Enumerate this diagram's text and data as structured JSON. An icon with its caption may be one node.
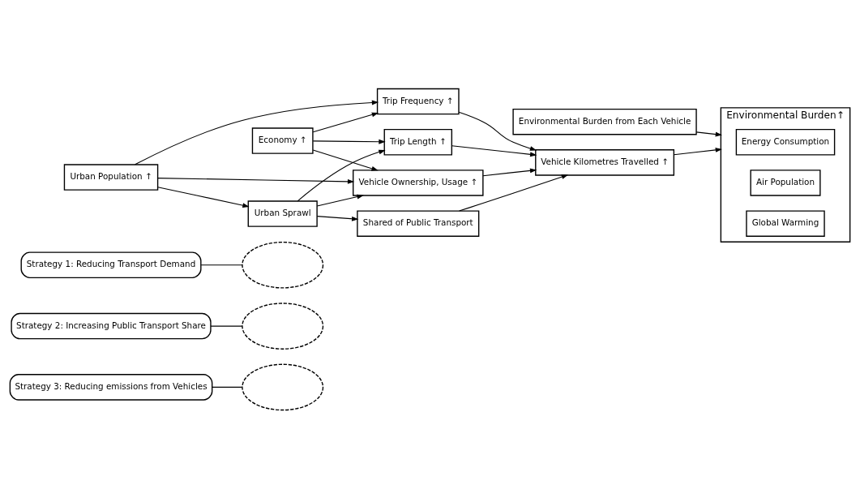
{
  "diagram": {
    "nodes": [
      {
        "text": [
          "Economy ↑"
        ]
      },
      {
        "text": [
          "Urban Population ↑"
        ]
      },
      {
        "text": [
          "Urban Sprawl"
        ]
      },
      {
        "text": [
          "Trip Frequency ↑"
        ]
      },
      {
        "text": [
          "Trip Length ↑"
        ]
      },
      {
        "text": [
          "Vehicle Ownership, Usage ↑"
        ]
      },
      {
        "text": [
          "Shared of Public Transport"
        ]
      },
      {
        "text": [
          "Vehicle Kilometres Travelled ↑"
        ]
      },
      {
        "text": [
          "Environmental Burden from Each Vehicle"
        ]
      },
      {
        "text": [
          "Environmental Burden↑"
        ]
      },
      {
        "text": [
          "Energy Consumption"
        ],
        "in": 9
      },
      {
        "text": [
          "Air Population"
        ],
        "in": 9
      },
      {
        "text": [
          "Global Warming"
        ],
        "in": 9
      },
      {
        "text": [
          "Strategy 1: Reducing Transport Demand"
        ]
      },
      {
        "text": [
          "Strategy 2: Increasing Public Transport Share"
        ]
      },
      {
        "text": [
          "Strategy 3: Reducing emissions from Vehicles"
        ]
      },
      {
        "text": [],
        "shape": "ellipse"
      },
      {
        "text": [],
        "shape": "ellipse"
      },
      {
        "text": [],
        "shape": "ellipse"
      }
    ],
    "edges": [
      {
        "from": 0,
        "to": 3,
        "arrow": "to"
      },
      {
        "from": 0,
        "to": 4,
        "arrow": "to"
      },
      {
        "from": 0,
        "to": 5,
        "arrow": "to"
      },
      {
        "from": 1,
        "to": 3,
        "arrow": "to"
      },
      {
        "from": 1,
        "to": 5,
        "arrow": "to"
      },
      {
        "from": 1,
        "to": 2,
        "arrow": "to"
      },
      {
        "from": 2,
        "to": 4,
        "arrow": "to"
      },
      {
        "from": 2,
        "to": 5,
        "arrow": "to"
      },
      {
        "from": 2,
        "to": 6,
        "arrow": "to"
      },
      {
        "from": 3,
        "to": 7,
        "arrow": "to"
      },
      {
        "from": 4,
        "to": 7,
        "arrow": "to"
      },
      {
        "from": 5,
        "to": 7,
        "arrow": "to"
      },
      {
        "from": 6,
        "to": 7,
        "arrow": "to"
      },
      {
        "from": 7,
        "to": 9,
        "arrow": "to"
      },
      {
        "from": 8,
        "to": 9,
        "arrow": "to"
      },
      {
        "from": 13,
        "to": 16,
        "arrow": "none"
      },
      {
        "from": 14,
        "to": 17,
        "arrow": "none"
      },
      {
        "from": 15,
        "to": 18,
        "arrow": "none"
      }
    ]
  }
}
